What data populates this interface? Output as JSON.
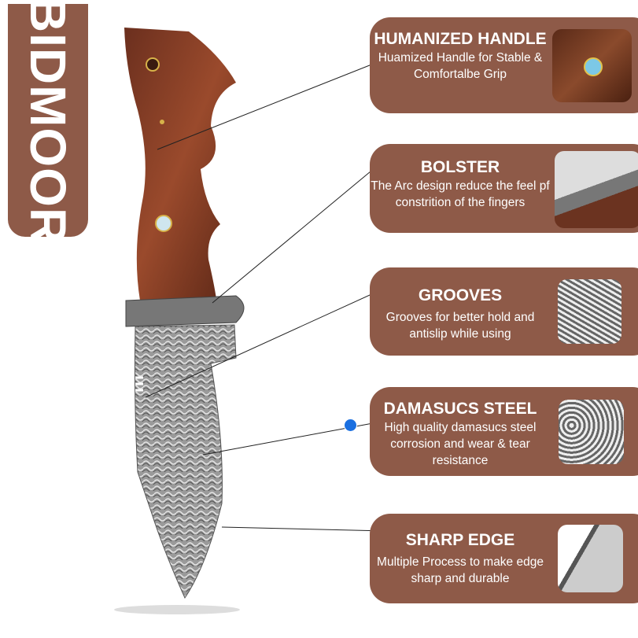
{
  "brand": "BIDMOOR",
  "features": [
    {
      "title": "HUMANIZED HANDLE",
      "desc": "Huamized Handle for Stable & Comfortalbe Grip",
      "icon": "handle-pin-closeup"
    },
    {
      "title": "BOLSTER",
      "desc": "The Arc design reduce the feel pf constrition of the fingers",
      "icon": "bolster-closeup"
    },
    {
      "title": "GROOVES",
      "desc": "Grooves for better hold and antislip while using",
      "icon": "grooves-closeup"
    },
    {
      "title": "DAMASUCS STEEL",
      "desc": "High quality damasucs steel corrosion and wear & tear resistance",
      "icon": "damascus-pattern-closeup"
    },
    {
      "title": "SHARP EDGE",
      "desc": "Multiple Process to make edge sharp and durable",
      "icon": "edge-closeup"
    }
  ],
  "colors": {
    "panel": "#8e5a48",
    "accent_dot": "#1a6fe0"
  }
}
